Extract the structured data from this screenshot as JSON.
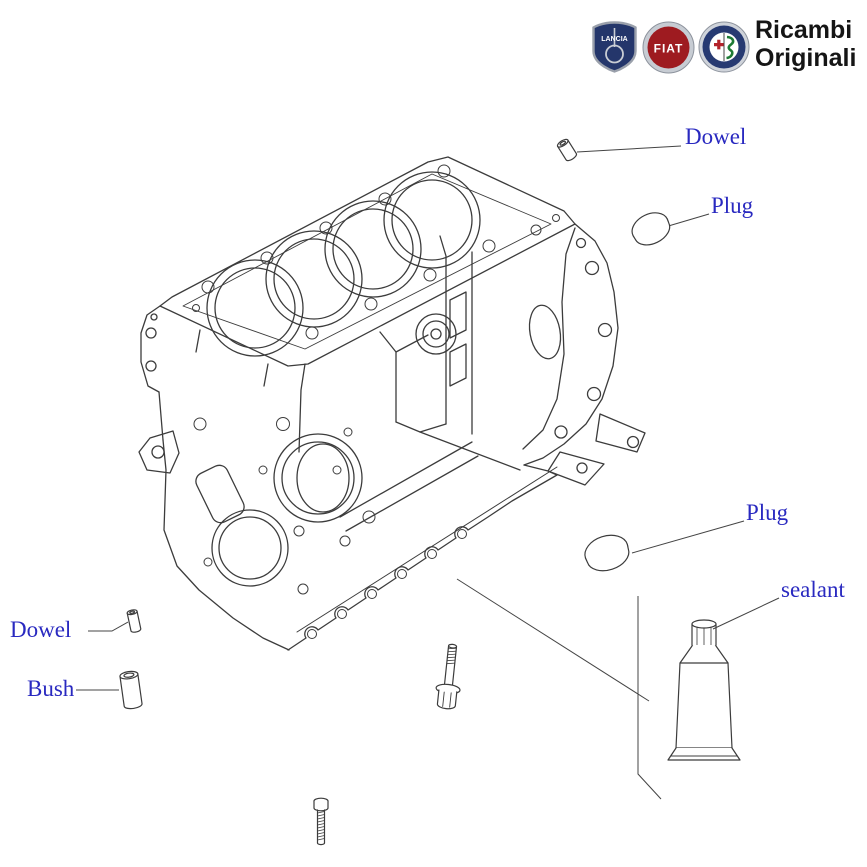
{
  "brand": {
    "line1": "Ricambi",
    "line2": "Originali",
    "lancia_text": "LANCIA",
    "fiat_text": "FIAT"
  },
  "labels": {
    "dowel_top": "Dowel",
    "plug_top": "Plug",
    "plug_mid": "Plug",
    "sealant": "sealant",
    "dowel_left": "Dowel",
    "bush_left": "Bush"
  },
  "colors": {
    "label_blue": "#2929c0",
    "line_gray": "#3c3c3c",
    "fiat_red": "#9e1b20",
    "lancia_blue": "#24366b",
    "alfa_ring_blue": "#273a72",
    "alfa_serpent_green": "#1d7a34",
    "alfa_cross_red": "#b3222a",
    "brand_text_black": "#151515"
  }
}
